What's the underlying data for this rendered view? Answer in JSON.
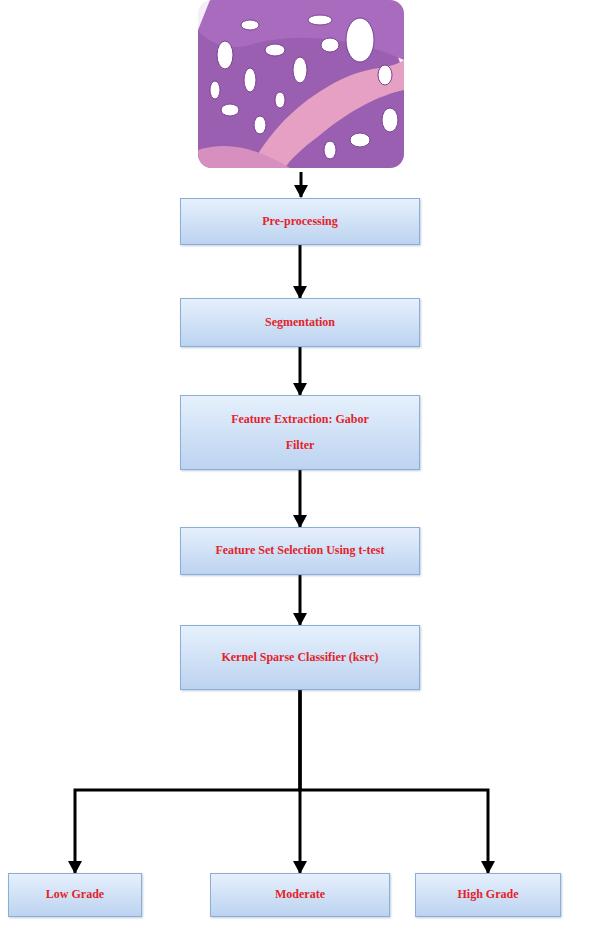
{
  "diagram": {
    "nodes": [
      {
        "text": [
          "Pre-processing"
        ]
      },
      {
        "text": [
          "Segmentation"
        ]
      },
      {
        "text": [
          "Feature Extraction: Gabor Filter"
        ]
      },
      {
        "text": [
          "Feature Set Selection Using t-test"
        ]
      },
      {
        "text": [
          "Kernel Sparse Classifier (ksrc)"
        ]
      },
      {
        "text": [
          "Low Grade"
        ]
      },
      {
        "text": [
          "Moderate"
        ]
      },
      {
        "text": [
          "High Grade"
        ]
      }
    ],
    "edges": [
      {
        "from": 0,
        "to": 1,
        "arrow": "to"
      },
      {
        "from": 1,
        "to": 2,
        "arrow": "to"
      },
      {
        "from": 2,
        "to": 3,
        "arrow": "to"
      },
      {
        "from": 3,
        "to": 4,
        "arrow": "to"
      },
      {
        "from": 4,
        "to": 5,
        "arrow": "to"
      },
      {
        "from": 4,
        "to": 6,
        "arrow": "to"
      },
      {
        "from": 4,
        "to": 7,
        "arrow": "to"
      }
    ]
  }
}
